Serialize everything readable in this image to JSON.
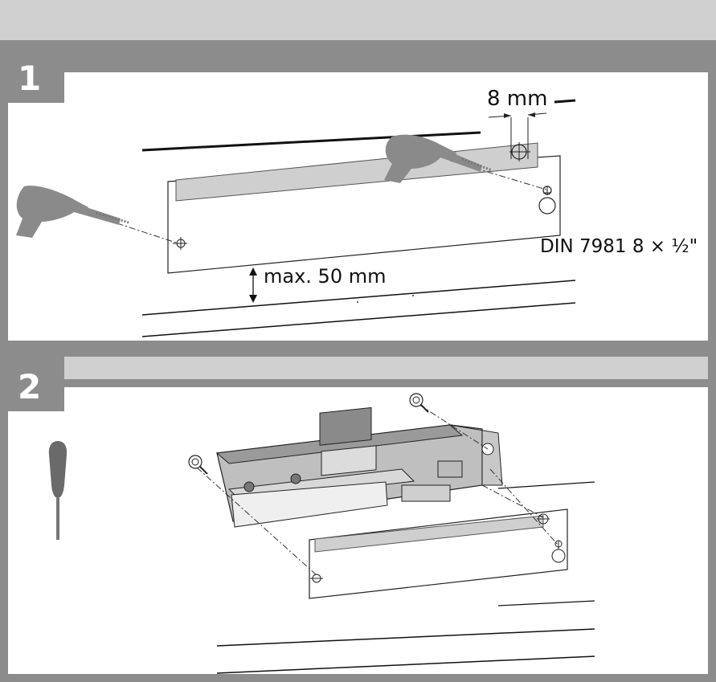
{
  "steps": [
    {
      "number": "1",
      "hole_diameter_label": "8 mm",
      "max_distance_label": "max. 50 mm",
      "screw_spec_label": "DIN 7981 8 × ½\""
    },
    {
      "number": "2"
    }
  ],
  "colors": {
    "frame_gray": "#8c8c8c",
    "band_gray": "#d0d0d0",
    "bar_gray": "#cfcfcf",
    "drill_gray": "#8a8a8a"
  },
  "icons": [
    "drill-icon",
    "screwdriver-icon",
    "screw-icon",
    "keyhole-icon",
    "device-icon"
  ]
}
